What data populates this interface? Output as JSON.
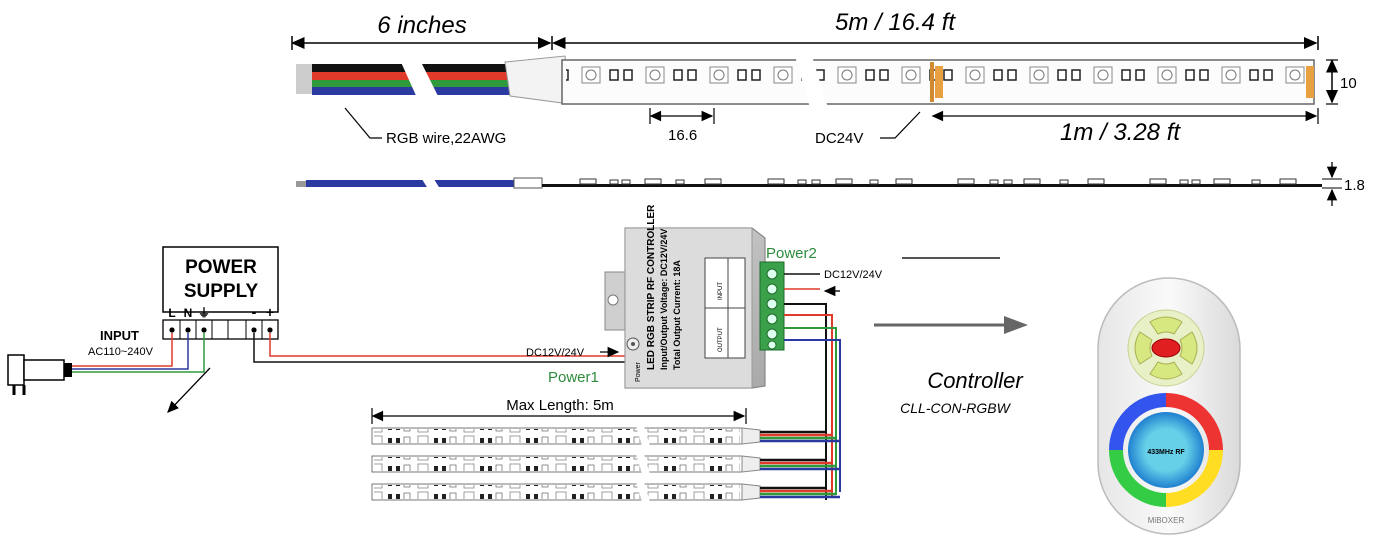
{
  "dimensions": {
    "wire_length": "6 inches",
    "strip_length": "5m / 16.4 ft",
    "cut_length": "1m / 3.28 ft",
    "width": "10",
    "thickness": "1.8",
    "led_pitch": "16.6",
    "strip_voltage": "DC24V",
    "wire_spec": "RGB wire,22AWG"
  },
  "power_supply": {
    "title_line1": "POWER",
    "title_line2": "SUPPLY",
    "terminals": [
      "L",
      "N",
      "⏚",
      "-",
      "+"
    ],
    "input_label": "INPUT",
    "input_voltage": "AC110~240V"
  },
  "controller_box": {
    "line1": "LED RGB STRIP RF CONTROLLER",
    "line2": "Input/Output Voltage: DC12V/24V",
    "line3": "Total Output Current: 18A",
    "power_jack_label": "Power",
    "input_side": "INPUT",
    "output_side": "OUTPUT",
    "power1_voltage": "DC12V/24V",
    "power1_label": "Power1",
    "power2_label": "Power2",
    "power2_voltage": "DC12V/24V"
  },
  "strips": {
    "max_length_label": "Max Length: 5m"
  },
  "remote": {
    "caption": "Controller",
    "model": "CLL-CON-RGBW",
    "frequency": "433MHz RF",
    "brand": "MiBOXER"
  },
  "colors": {
    "wire_red": "#e03a2a",
    "wire_green": "#2e9a3c",
    "wire_blue": "#2a3aa0",
    "wire_black": "#111111",
    "terminal_green": "#3aa04a",
    "label_green": "#2e8b3c"
  }
}
